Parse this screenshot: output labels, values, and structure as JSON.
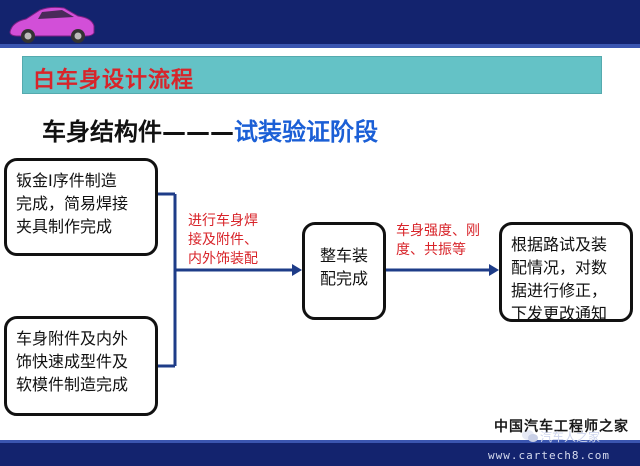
{
  "header": {
    "title": "白车身设计流程"
  },
  "subtitle": {
    "part1": "车身结构件———",
    "part2": "试装验证阶段"
  },
  "nodes": {
    "box1": "钣金Ⅰ序件制造\n完成，简易焊接\n夹具制作完成",
    "box2": "车身附件及内外\n饰快速成型件及\n软模件制造完成",
    "box3": "整车装\n配完成",
    "box4": "根据路试及装\n配情况，对数\n据进行修正，\n下发更改通知"
  },
  "edge_labels": {
    "label1": "进行车身焊\n接及附件、\n内外饰装配",
    "label2": "车身强度、刚\n度、共振等"
  },
  "watermark": {
    "brand": "中国汽车工程师之家",
    "badge": "汽车人之家",
    "url": "www.cartech8.com"
  },
  "colors": {
    "top_bar": "#13236e",
    "title_band": "#64c2c6",
    "title_text": "#d8242a",
    "accent_blue": "#1b5fd6",
    "connector": "#1e3c88"
  }
}
